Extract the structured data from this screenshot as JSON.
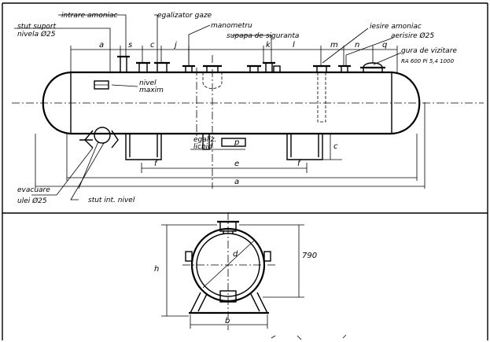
{
  "labels": {
    "iesire_amoniac_top": "intrare amoniac",
    "egalizator_gaze": "egalizator gaze",
    "manometru": "manometru",
    "supapa_siguranta": "supapa de siguranta",
    "stut_suport_nivela": "stut suport",
    "nivela_d25": "nivela Ø25",
    "iesire_amoniac": "iesire amoniac",
    "aerisire": "aerisire Ø25",
    "gura_vizitare": "gura de vizitare",
    "ra_spec": "RA 600 Pi 5,4 1000",
    "nivel_maxim_1": "nivel",
    "nivel_maxim_2": "maxim",
    "egaliz_lichid_1": "egaliz.",
    "egaliz_lichid_2": "lichid",
    "evacuare": "evacuare",
    "ulei": "ulei Ø25",
    "stut_int_nivel": "stut int. nivel"
  },
  "dimensions": {
    "a_top": "a",
    "s": "s",
    "c_top": "c",
    "j": "j",
    "k": "k",
    "l": "l",
    "m": "m",
    "n": "n",
    "q": "q",
    "p": "p",
    "c_right": "c",
    "f": "f",
    "e": "e",
    "f2": "f",
    "a_bottom": "a",
    "d": "d",
    "h": "h",
    "b": "b",
    "h790": "790"
  }
}
